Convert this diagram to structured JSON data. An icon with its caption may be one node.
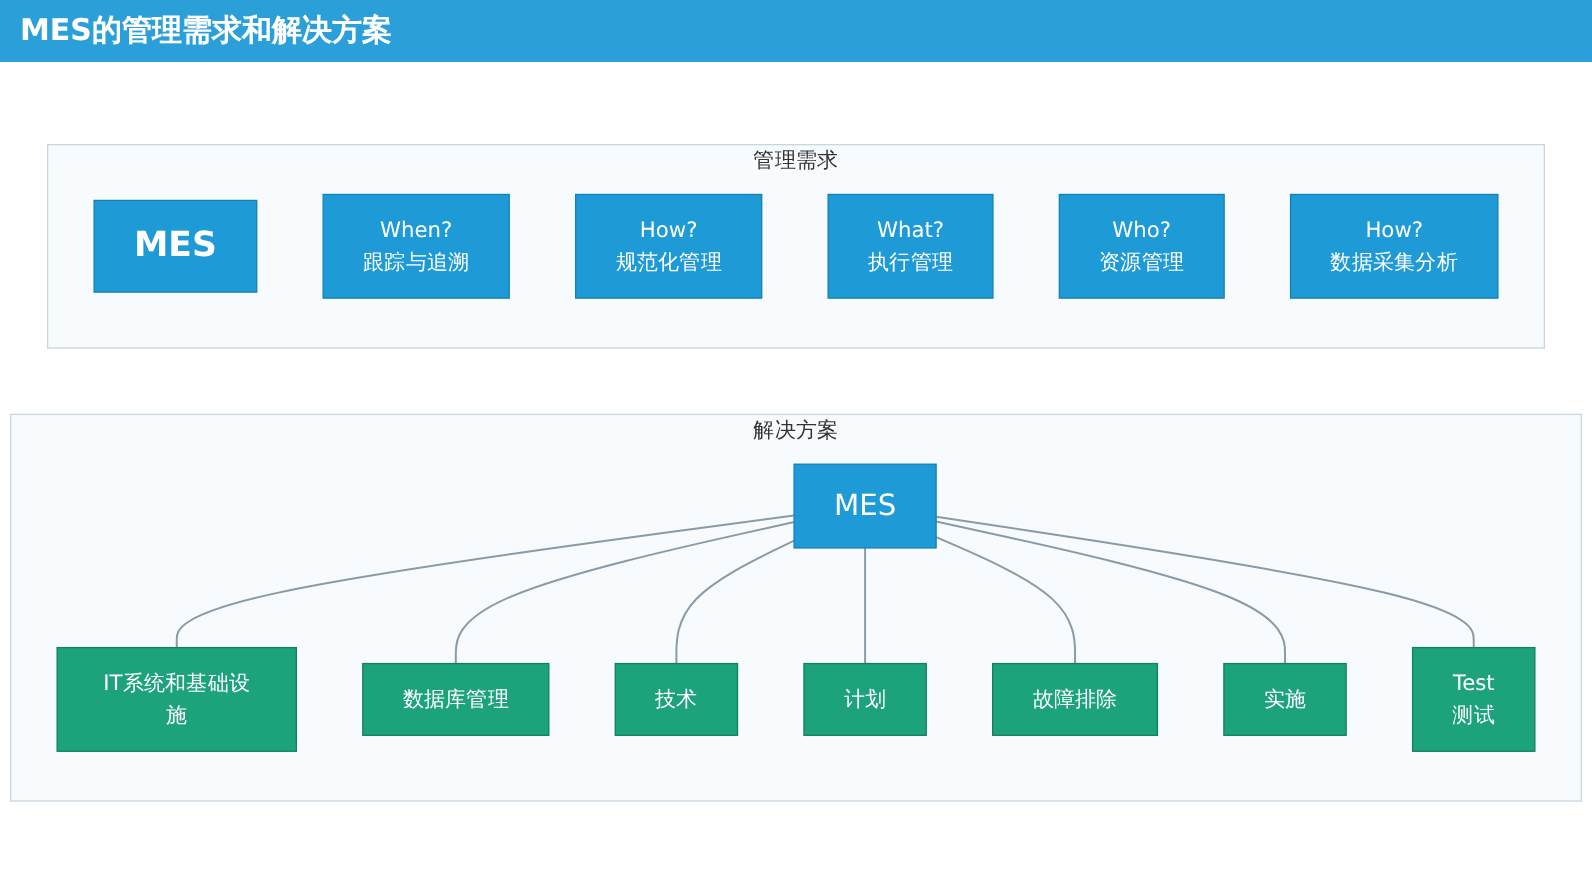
{
  "diagram": {
    "title": "MES的管理需求和解决方案",
    "nodes": [
      {
        "text": [
          "管理需求"
        ]
      },
      {
        "text": [
          "MES"
        ],
        "in": 0
      },
      {
        "text": [
          "When?",
          "跟踪与追溯"
        ],
        "in": 0
      },
      {
        "text": [
          "How?",
          "规范化管理"
        ],
        "in": 0
      },
      {
        "text": [
          "What?",
          "执行管理"
        ],
        "in": 0
      },
      {
        "text": [
          "Who?",
          "资源管理"
        ],
        "in": 0
      },
      {
        "text": [
          "How?",
          "数据采集分析"
        ],
        "in": 0
      },
      {
        "text": [
          "解决方案"
        ]
      },
      {
        "text": [
          "MES"
        ],
        "in": 7
      },
      {
        "text": [
          "IT系统和基础设施"
        ],
        "in": 7
      },
      {
        "text": [
          "数据库管理"
        ],
        "in": 7
      },
      {
        "text": [
          "技术"
        ],
        "in": 7
      },
      {
        "text": [
          "计划"
        ],
        "in": 7
      },
      {
        "text": [
          "故障排除"
        ],
        "in": 7
      },
      {
        "text": [
          "实施"
        ],
        "in": 7
      },
      {
        "text": [
          "Test",
          "测试"
        ],
        "in": 7
      }
    ],
    "edges": [
      {
        "from": 8,
        "to": 9,
        "arrow": "none"
      },
      {
        "from": 8,
        "to": 10,
        "arrow": "none"
      },
      {
        "from": 8,
        "to": 11,
        "arrow": "none"
      },
      {
        "from": 8,
        "to": 12,
        "arrow": "none"
      },
      {
        "from": 8,
        "to": 13,
        "arrow": "none"
      },
      {
        "from": 8,
        "to": 14,
        "arrow": "none"
      },
      {
        "from": 8,
        "to": 15,
        "arrow": "none"
      }
    ]
  }
}
